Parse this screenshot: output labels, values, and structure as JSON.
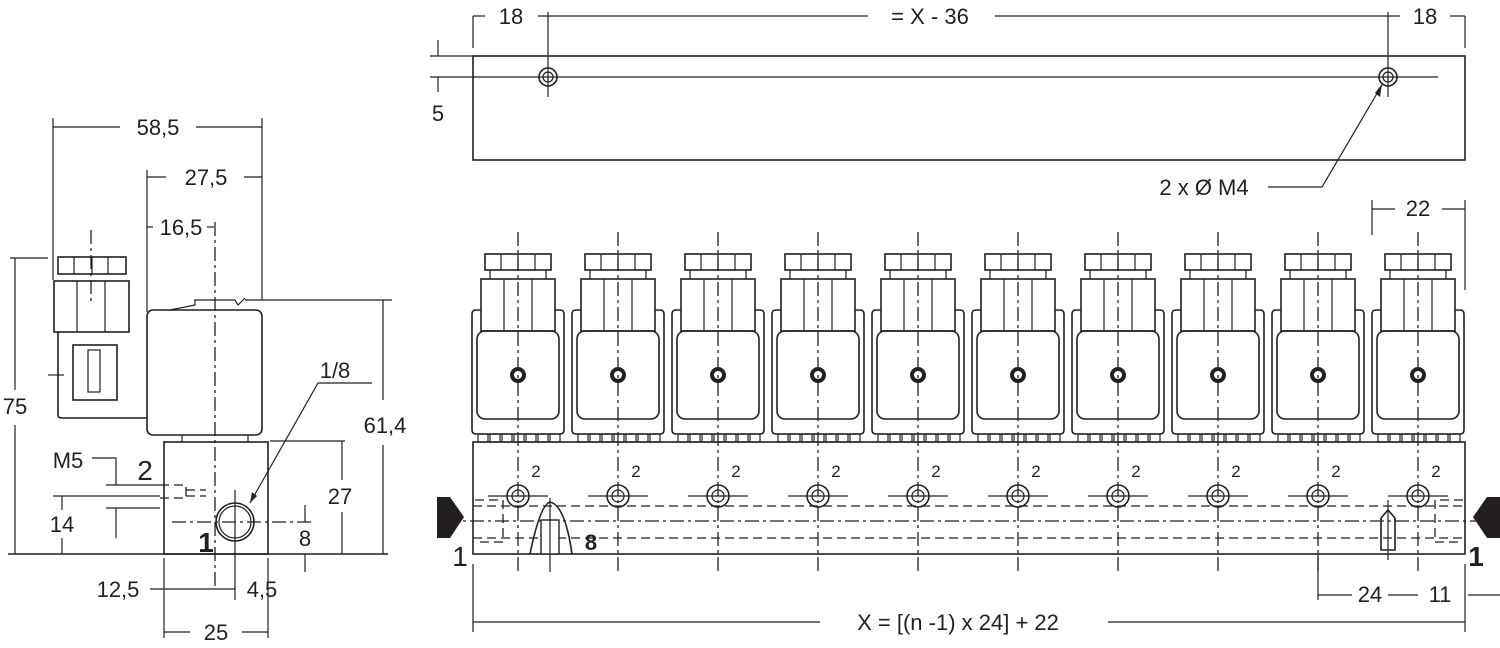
{
  "side_view": {
    "dims": {
      "overall_width": "58,5",
      "coil_to_center": "27,5",
      "offset_center": "16,5",
      "overall_height": "75",
      "body_height": "61,4",
      "base_height": "27",
      "port_height": "14",
      "port_offset": "8",
      "center_left": "12,5",
      "center_right": "4,5",
      "base_width": "25"
    },
    "labels": {
      "thread_port1": "1/8",
      "thread_port2": "M5",
      "port2": "2",
      "port1": "1"
    }
  },
  "top_view": {
    "dims": {
      "left_offset": "18",
      "center_span": "= X - 36",
      "right_offset": "18",
      "edge_offset": "5"
    },
    "labels": {
      "mounting_holes": "2 x Ø M4"
    }
  },
  "front_view": {
    "valve_count": 10,
    "port_label": "2",
    "plug_label": "8",
    "inlet_left": "1",
    "inlet_right": "1",
    "dims": {
      "valve_width": "22",
      "pitch": "24",
      "end_offset": "11",
      "total_length": "X = [(n -1) x 24] + 22"
    }
  },
  "colors": {
    "ink": "#231f20",
    "background": "#ffffff"
  }
}
